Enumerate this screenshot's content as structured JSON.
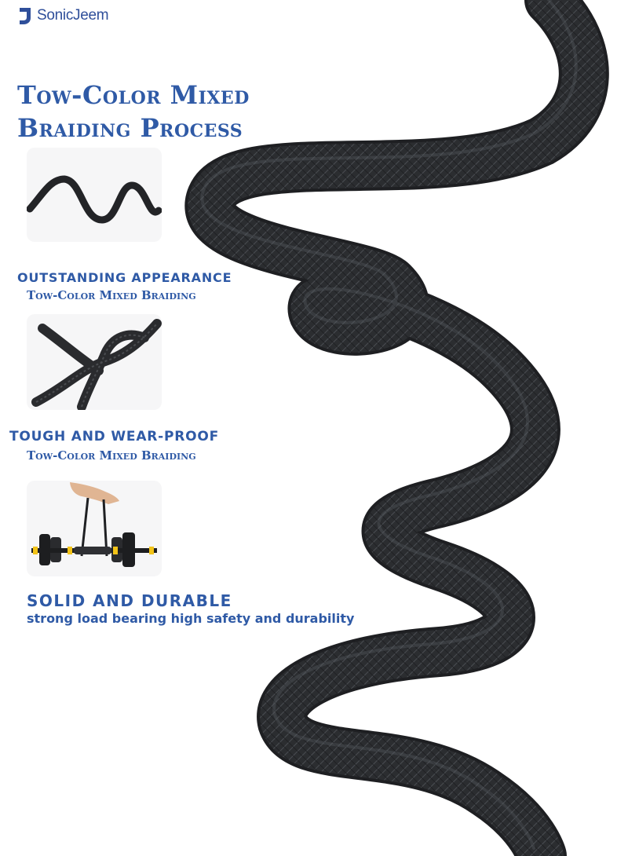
{
  "brand": {
    "name": "SonicJeem",
    "logo_icon": "brand-logo-icon"
  },
  "headline": {
    "line1": "Tow-Color Mixed",
    "line2": "Braiding Process"
  },
  "features": [
    {
      "title": "outstanding appearance",
      "subtitle": "Tow-Color Mixed Braiding",
      "image_icon": "wavy-cable-image"
    },
    {
      "title": "tough and wear-proof",
      "subtitle": "Tow-Color Mixed Braiding",
      "image_icon": "knotted-cable-image"
    },
    {
      "title": "SOLID AND DURABLE",
      "subtitle": "strong load bearing high safety and durability",
      "image_icon": "dumbbell-lift-image"
    }
  ],
  "colors": {
    "accent": "#2f5aa6",
    "cable": "#2b2d30"
  }
}
